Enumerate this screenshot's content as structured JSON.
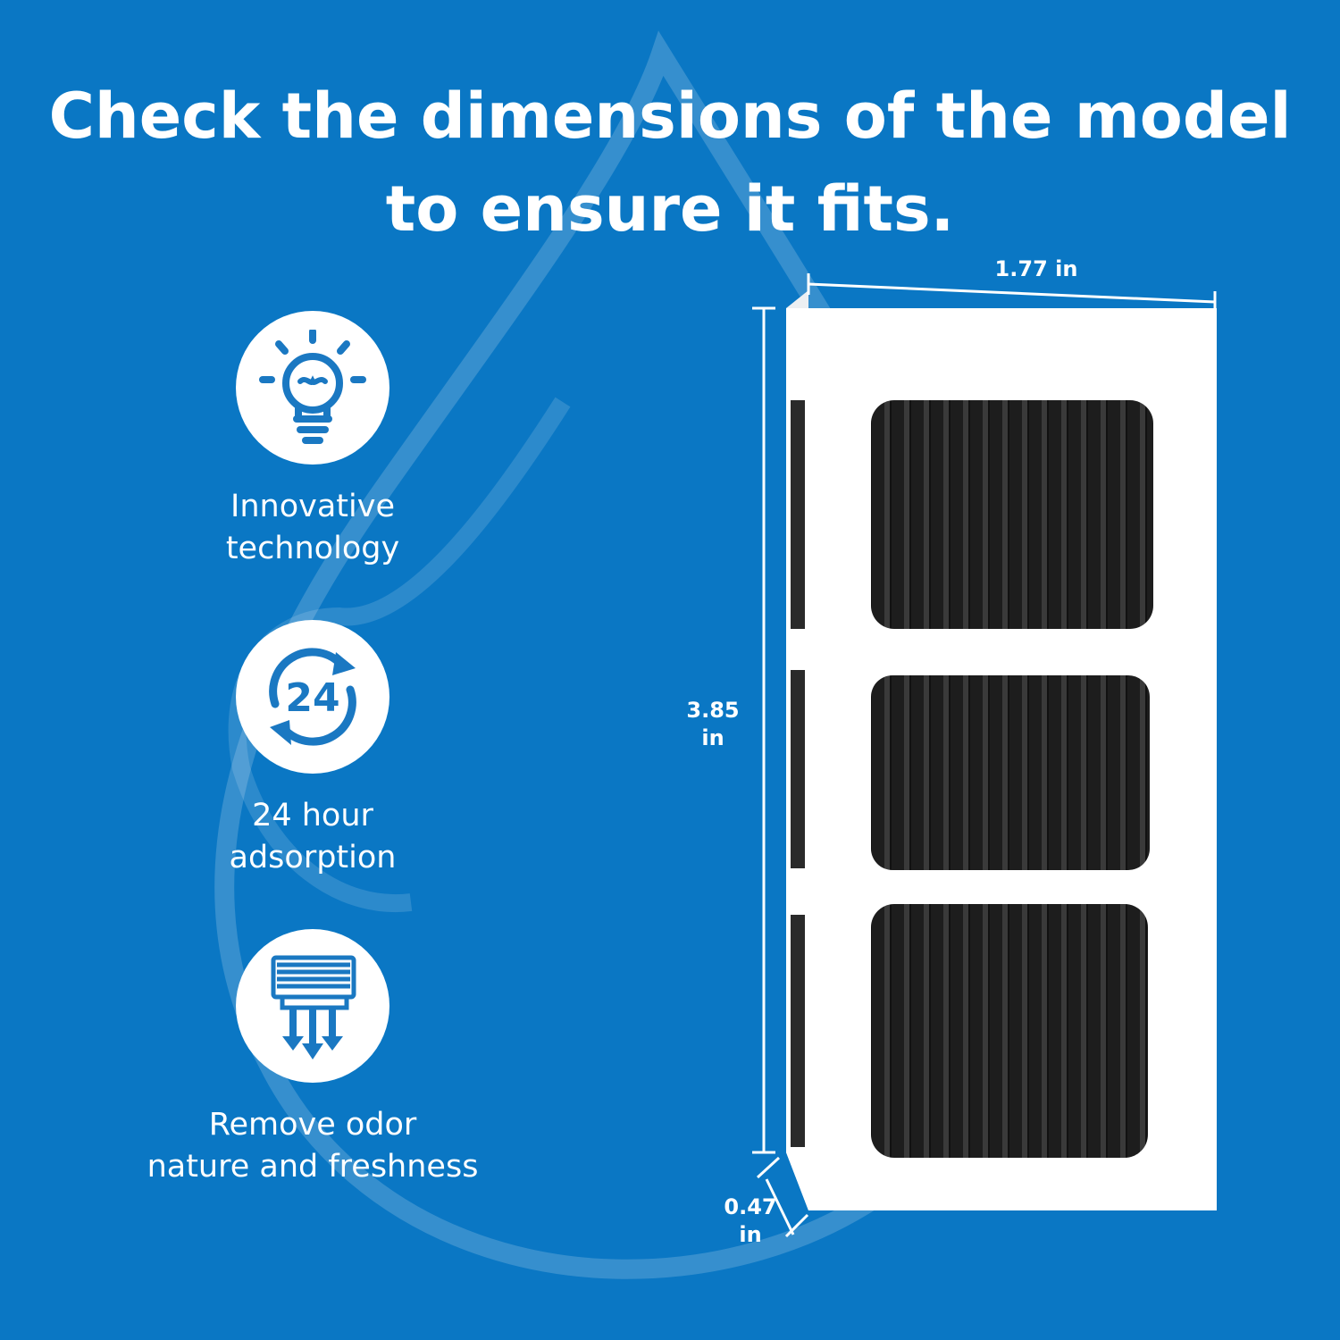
{
  "headline": {
    "line1": "Check the dimensions of the model",
    "line2": "to ensure it fits."
  },
  "colors": {
    "background": "#0a77c4",
    "icon_blue": "#1a78c2",
    "filter_frame": "#ffffff",
    "filter_media": "#1d1d1d"
  },
  "features": [
    {
      "icon": "lightbulb-icon",
      "line1": "Innovative",
      "line2": "technology"
    },
    {
      "icon": "24-hour-cycle-icon",
      "badge_text": "24",
      "line1": "24 hour",
      "line2": "adsorption"
    },
    {
      "icon": "air-filter-icon",
      "line1": "Remove odor",
      "line2": "nature and freshness"
    }
  ],
  "dimensions": {
    "width": {
      "value": "1.77 in"
    },
    "height": {
      "line1": "3.85",
      "line2": "in"
    },
    "depth": {
      "line1": "0.47",
      "line2": "in"
    }
  }
}
